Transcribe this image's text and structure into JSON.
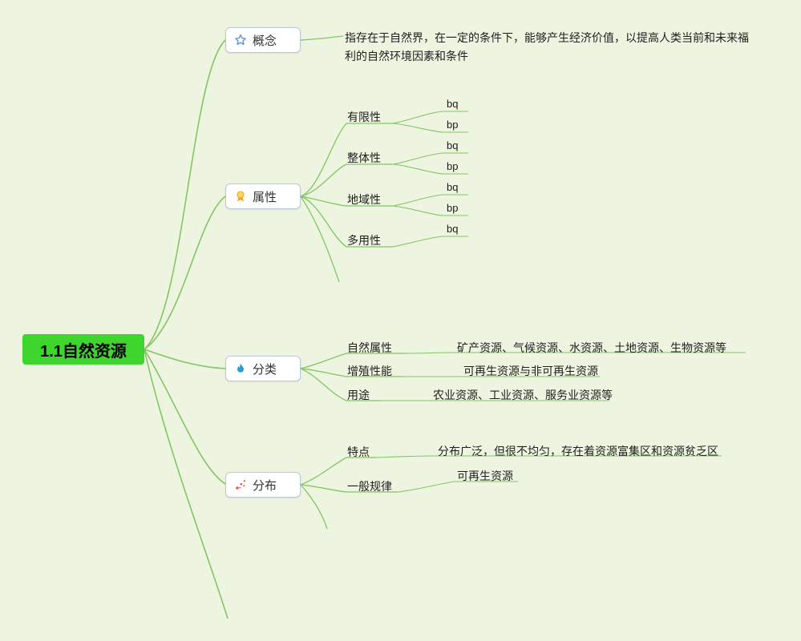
{
  "colors": {
    "background": "#edf5e1",
    "branch_line": "#84c563",
    "root_fill": "#3ed52e",
    "box_border": "#b9c8da",
    "star_icon": "#4a90d9",
    "medal_icon": "#f5a623",
    "flame_icon": "#2d9cdb",
    "scatter_icon": "#e74c3c"
  },
  "root": {
    "label": "1.1自然资源"
  },
  "branches": [
    {
      "label": "概念",
      "icon": "star-icon",
      "children": [
        {
          "label": "指存在于自然界，在一定的条件下，能够产生经济价值，以提高人类当前和未来福利的自然环境因素和条件"
        }
      ]
    },
    {
      "label": "属性",
      "icon": "medal-icon",
      "children": [
        {
          "label": "有限性",
          "children": [
            "bq",
            "bp"
          ]
        },
        {
          "label": "整体性",
          "children": [
            "bq",
            "bp"
          ]
        },
        {
          "label": "地域性",
          "children": [
            "bq",
            "bp"
          ]
        },
        {
          "label": "多用性",
          "children": [
            "bq"
          ]
        }
      ]
    },
    {
      "label": "分类",
      "icon": "flame-icon",
      "children": [
        {
          "label": "自然属性",
          "children": [
            "矿产资源、气候资源、水资源、土地资源、生物资源等"
          ]
        },
        {
          "label": "增殖性能",
          "children": [
            "可再生资源与非可再生资源"
          ]
        },
        {
          "label": "用途",
          "children": [
            "农业资源、工业资源、服务业资源等"
          ]
        }
      ]
    },
    {
      "label": "分布",
      "icon": "scatter-icon",
      "children": [
        {
          "label": "特点",
          "children": [
            "分布广泛，但很不均匀，存在着资源富集区和资源贫乏区"
          ]
        },
        {
          "label": "一般规律",
          "children": [
            "可再生资源"
          ]
        }
      ]
    }
  ]
}
